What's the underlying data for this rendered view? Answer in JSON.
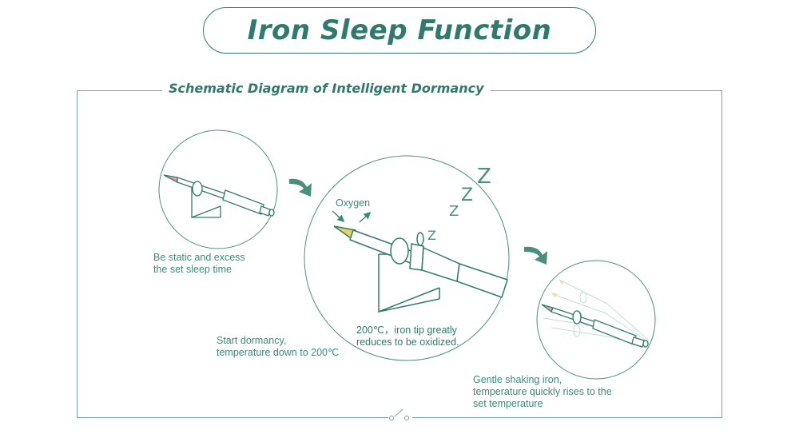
{
  "title": "Iron Sleep Function",
  "subtitle": "Schematic Diagram of Intelligent Dormancy",
  "steps": [
    {
      "caption_line1": "Be static and excess",
      "caption_line2": "the set sleep time"
    },
    {
      "caption_line1": "Start dormancy,",
      "caption_line2": "temperature down to 200℃"
    },
    {
      "caption_line1": "Gentle shaking iron,",
      "caption_line2": "temperature quickly rises to the",
      "caption_line3": "set temperature"
    }
  ],
  "inner_note": {
    "line1": "200℃，iron tip greatly",
    "line2": "reduces to be oxidized."
  },
  "oxygen_label": "Oxygen",
  "sleep_letters": [
    "Z",
    "Z",
    "Z",
    "Z"
  ],
  "colors": {
    "accent": "#2f7a6a",
    "light": "#6fa898",
    "tip": "#e8d46a",
    "hot_tip": "#e8a0a8"
  },
  "icons": [
    "soldering-iron-icon",
    "arrow-icon",
    "oxygen-arrow-icon",
    "sleep-z-icon"
  ]
}
